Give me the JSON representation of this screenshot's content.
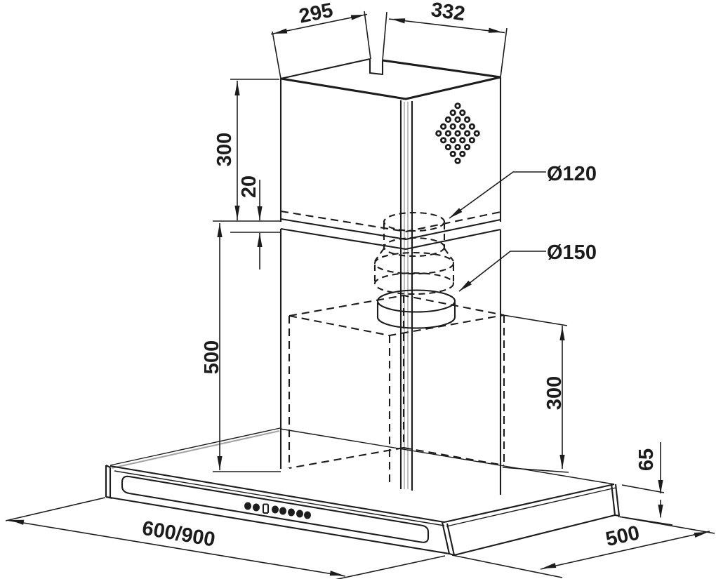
{
  "dims": {
    "top_width": "295",
    "top_depth": "332",
    "upper_chimney_height": "300",
    "chimney_overlap": "20",
    "lower_chimney_height": "500",
    "duct_top_diameter": "Ø120",
    "duct_bottom_diameter": "Ø150",
    "inner_housing_height": "300",
    "body_height": "65",
    "body_width_options": "600/900",
    "body_depth": "500"
  },
  "colors": {
    "ink": "#1c1c1c",
    "seam_gray": "#a3a3a3",
    "background": "#ffffff"
  }
}
